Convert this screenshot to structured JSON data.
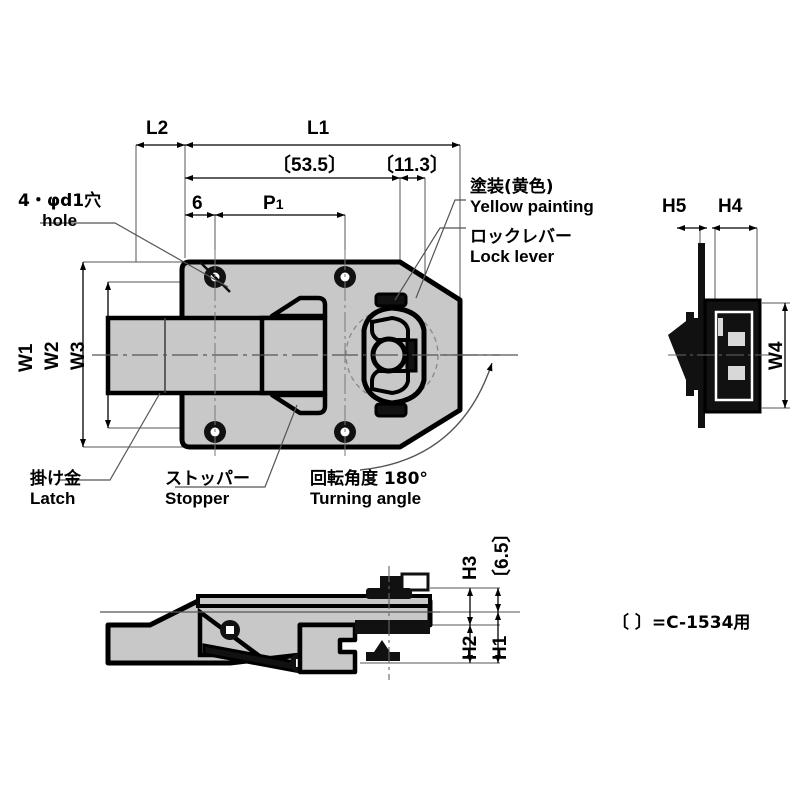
{
  "drawing": {
    "title": "Latch / Lock lever technical drawing",
    "colors": {
      "line": "#000000",
      "thin_line": "#4a4a4a",
      "body_fill": "#c8c8c8",
      "body_fill_light": "#d2d2d2",
      "dark_fill": "#111111",
      "background": "#ffffff"
    }
  },
  "top_view": {
    "dimensions": {
      "l2": "L2",
      "l2_sub": "2",
      "l1": "L1",
      "l1_sub": "1",
      "bracket_535": "〔53.5〕",
      "bracket_113": "〔11.3〕",
      "six": "6",
      "p1": "P",
      "p1_sub": "1",
      "w1": "W1",
      "w1_sub": "1",
      "w2": "W2",
      "w2_sub": "2",
      "w3": "W3",
      "w3_sub": "3"
    },
    "callouts": [
      {
        "id": "hole",
        "jp": "4・φd1穴",
        "en": "hole"
      },
      {
        "id": "yellow-painting",
        "jp": "塗装(黄色)",
        "en": "Yellow painting"
      },
      {
        "id": "lock-lever",
        "jp": "ロックレバー",
        "en": "Lock lever"
      },
      {
        "id": "latch",
        "jp": "掛け金",
        "en": "Latch"
      },
      {
        "id": "stopper",
        "jp": "ストッパー",
        "en": "Stopper"
      },
      {
        "id": "turning-angle",
        "jp": "回転角度 180°",
        "en": "Turning angle"
      }
    ]
  },
  "side_view": {
    "dimensions": {
      "h5": "H5",
      "h5_sub": "5",
      "h4": "H4",
      "h4_sub": "4",
      "w4": "W4",
      "w4_sub": "4"
    }
  },
  "front_view": {
    "dimensions": {
      "h3": "H3",
      "h3_sub": "3",
      "bracket_65": "〔6.5〕",
      "h2": "H2",
      "h2_sub": "2",
      "h1": "H1",
      "h1_sub": "1"
    }
  },
  "notes": {
    "bracket_note": "〔 〕=C-1534用"
  }
}
